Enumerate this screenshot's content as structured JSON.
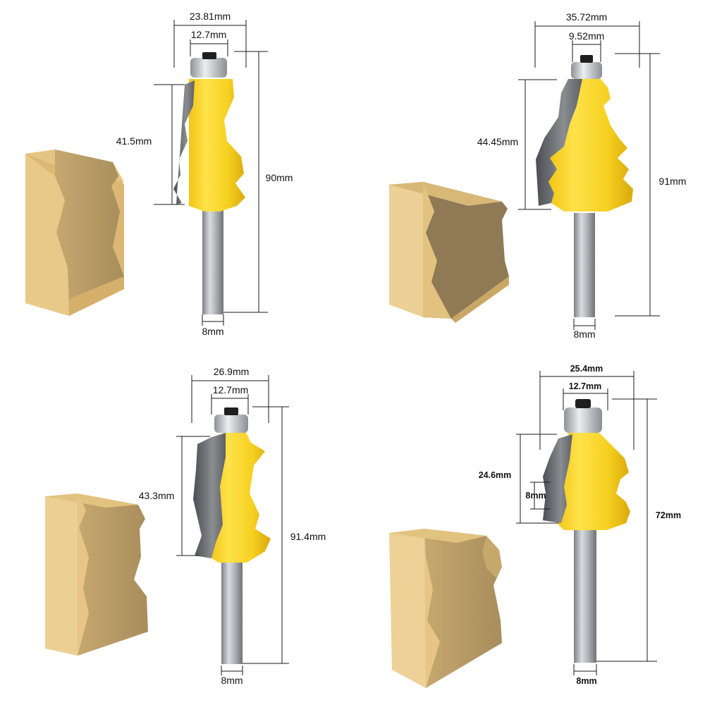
{
  "colors": {
    "cutter_yellow": "#f5d220",
    "cutter_shadow": "#e2b410",
    "carbide_gray": "#6c6f72",
    "shank_steel": "#a9adb1",
    "wood_face": "#e8c98a",
    "wood_profile": "#a08659",
    "bearing_steel": "#c9cdd0"
  },
  "bits": [
    {
      "overall_width": "23.81mm",
      "bearing_width": "12.7mm",
      "cut_height": "41.5mm",
      "total_length": "90mm",
      "shank": "8mm"
    },
    {
      "overall_width": "35.72mm",
      "bearing_width": "9.52mm",
      "cut_height": "44.45mm",
      "total_length": "91mm",
      "shank": "8mm"
    },
    {
      "overall_width": "26.9mm",
      "bearing_width": "12.7mm",
      "cut_height": "43.3mm",
      "total_length": "91.4mm",
      "shank": "8mm"
    },
    {
      "overall_width": "25.4mm",
      "bearing_width": "12.7mm",
      "cut_height": "24.6mm",
      "radius": "8mm",
      "total_length": "72mm",
      "shank": "8mm"
    }
  ]
}
